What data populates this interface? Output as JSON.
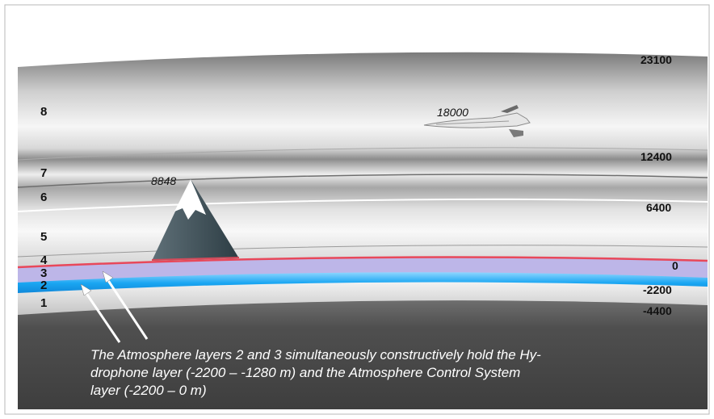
{
  "layers": {
    "layer_8": "8",
    "layer_7": "7",
    "layer_6": "6",
    "layer_5": "5",
    "layer_4": "4",
    "layer_3": "3",
    "layer_2": "2",
    "layer_1": "1"
  },
  "altitudes": {
    "a23100": "23100",
    "a12400": "12400",
    "a6400": "6400",
    "a0": "0",
    "am2200": "-2200",
    "am4400": "-4400"
  },
  "annotations": {
    "aircraft_altitude": "18000",
    "mountain_peak": "8848"
  },
  "caption": {
    "line1": "The Atmosphere layers 2 and 3 simultaneously constructively hold the Hy-",
    "line2": "drophone layer (-2200 – -1280 m) and the Atmosphere Control System",
    "line3": "layer (-2200 – 0 m)"
  },
  "colors": {
    "zero_line": "#e8485a",
    "hydrophone_band": "#19a8f0",
    "control_band": "#b7b2e6",
    "ground": "#4a4a4a"
  },
  "icons": {
    "aircraft": "jet-aircraft-icon",
    "mountain": "snowcapped-mountain-icon",
    "arrows": "pointer-arrow-icon"
  }
}
